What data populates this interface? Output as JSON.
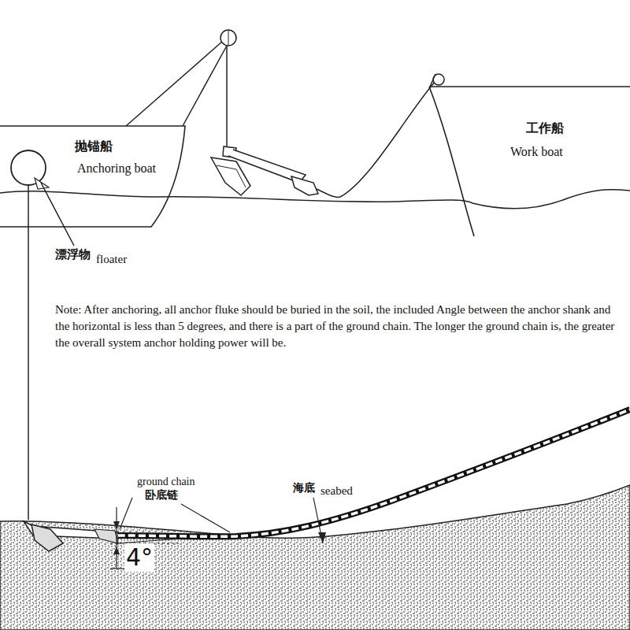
{
  "diagram": {
    "nodes": [
      {
        "text": [
          "抛锚船",
          "Anchoring boat"
        ]
      },
      {
        "text": [
          "工作船",
          "Work boat"
        ]
      }
    ],
    "labels": [
      "漂浮物",
      "floater",
      "Note: After anchoring, all anchor fluke should be buried in the soil, the included Angle between the anchor shank and the horizontal is less than 5 degrees, and there is a part of the ground chain. The longer the ground chain is, the greater the overall system anchor holding power will be.",
      "ground chain",
      "卧底链",
      "海底",
      "seabed",
      "4°"
    ]
  }
}
